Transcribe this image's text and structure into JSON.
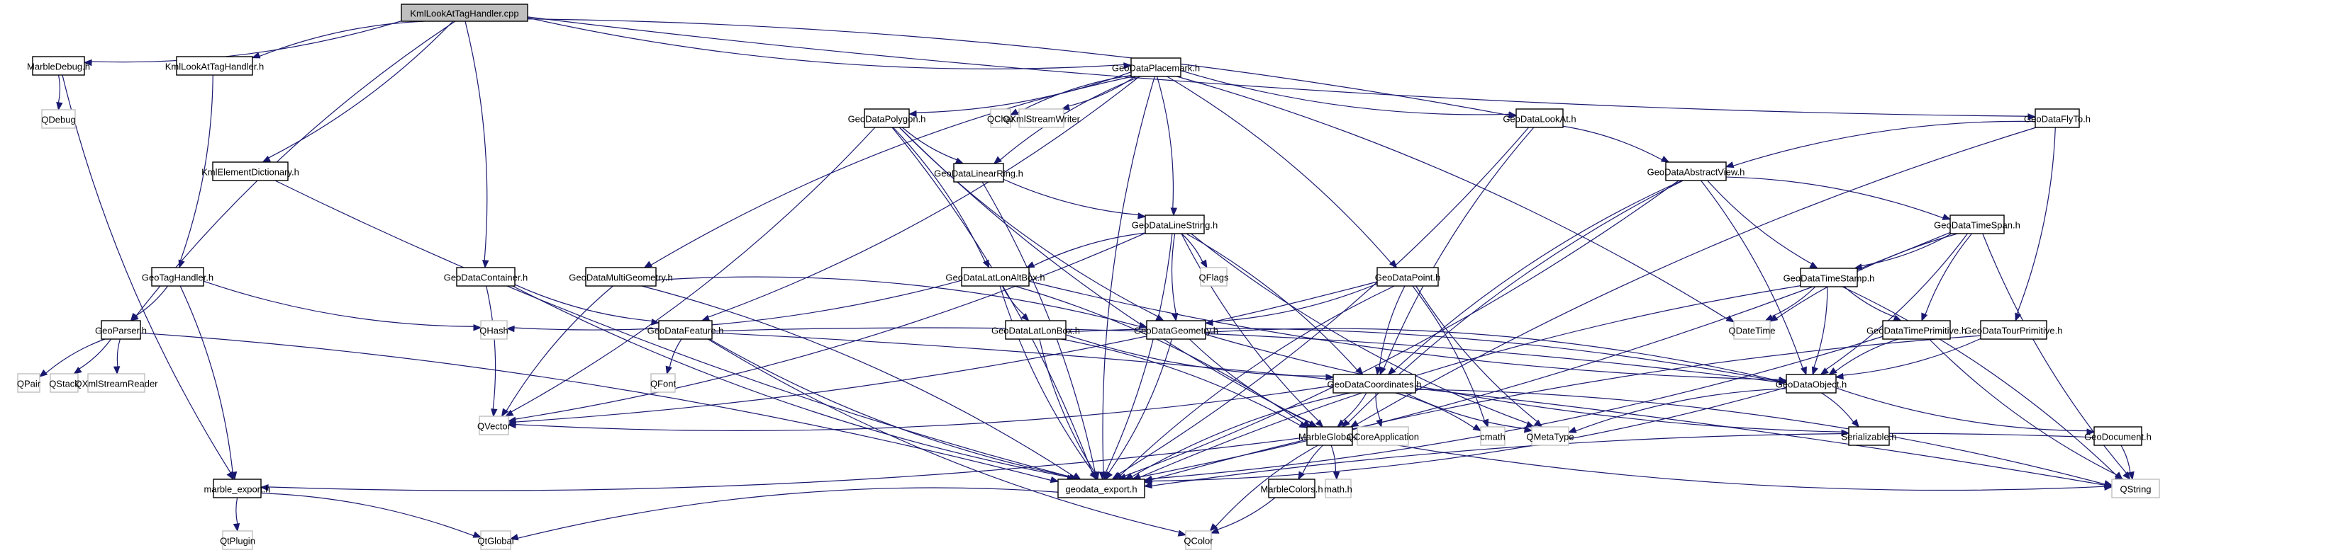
{
  "title": "KmlLookAtTagHandler.cpp include dependency graph",
  "colors": {
    "edge": "#191970",
    "root_fill": "#bfbfbf",
    "node_border": "#000000",
    "external_border": "#bfbfbf"
  },
  "nodes": [
    {
      "id": "root",
      "label": "KmlLookAtTagHandler.cpp",
      "kind": "root"
    },
    {
      "id": "marbledebug",
      "label": "MarbleDebug.h",
      "kind": "internal"
    },
    {
      "id": "qdebug",
      "label": "QDebug",
      "kind": "external"
    },
    {
      "id": "kmllookath",
      "label": "KmlLookAtTagHandler.h",
      "kind": "internal"
    },
    {
      "id": "kmlelementdict",
      "label": "KmlElementDictionary.h",
      "kind": "internal"
    },
    {
      "id": "geotaghandler",
      "label": "GeoTagHandler.h",
      "kind": "internal"
    },
    {
      "id": "geoparser",
      "label": "GeoParser.h",
      "kind": "internal"
    },
    {
      "id": "qpair",
      "label": "QPair",
      "kind": "external"
    },
    {
      "id": "qstack",
      "label": "QStack",
      "kind": "external"
    },
    {
      "id": "qxmlstreamreader",
      "label": "QXmlStreamReader",
      "kind": "external"
    },
    {
      "id": "marbleexport",
      "label": "marble_export.h",
      "kind": "internal"
    },
    {
      "id": "qtplugin",
      "label": "QtPlugin",
      "kind": "external"
    },
    {
      "id": "qtglobal",
      "label": "QtGlobal",
      "kind": "external"
    },
    {
      "id": "geodatacontainer",
      "label": "GeoDataContainer.h",
      "kind": "internal"
    },
    {
      "id": "qhash",
      "label": "QHash",
      "kind": "external"
    },
    {
      "id": "geodatamultigeometry",
      "label": "GeoDataMultiGeometry.h",
      "kind": "internal"
    },
    {
      "id": "geodatafeature",
      "label": "GeoDataFeature.h",
      "kind": "internal"
    },
    {
      "id": "qfont",
      "label": "QFont",
      "kind": "external"
    },
    {
      "id": "qvector",
      "label": "QVector",
      "kind": "external"
    },
    {
      "id": "geodataexport",
      "label": "geodata_export.h",
      "kind": "internal"
    },
    {
      "id": "geodataplacemark",
      "label": "GeoDataPlacemark.h",
      "kind": "internal"
    },
    {
      "id": "geodatapolygon",
      "label": "GeoDataPolygon.h",
      "kind": "internal"
    },
    {
      "id": "qchar",
      "label": "QChar",
      "kind": "external"
    },
    {
      "id": "qxmlstreamwriter",
      "label": "QXmlStreamWriter",
      "kind": "external"
    },
    {
      "id": "geodatalinearring",
      "label": "GeoDataLinearRing.h",
      "kind": "internal"
    },
    {
      "id": "geodatalinestring",
      "label": "GeoDataLineString.h",
      "kind": "internal"
    },
    {
      "id": "geodatalatlonaltbox",
      "label": "GeoDataLatLonAltBox.h",
      "kind": "internal"
    },
    {
      "id": "geodatalatlonbox",
      "label": "GeoDataLatLonBox.h",
      "kind": "internal"
    },
    {
      "id": "geodatageometry",
      "label": "GeoDataGeometry.h",
      "kind": "internal"
    },
    {
      "id": "qflags",
      "label": "QFlags",
      "kind": "external"
    },
    {
      "id": "geodatapoint",
      "label": "GeoDataPoint.h",
      "kind": "internal"
    },
    {
      "id": "geodatacoordinates",
      "label": "GeoDataCoordinates.h",
      "kind": "internal"
    },
    {
      "id": "marbleglobal",
      "label": "MarbleGlobal.h",
      "kind": "internal"
    },
    {
      "id": "qcoreapplication",
      "label": "QCoreApplication",
      "kind": "external"
    },
    {
      "id": "cmath",
      "label": "cmath",
      "kind": "external"
    },
    {
      "id": "qmetatype",
      "label": "QMetaType",
      "kind": "external"
    },
    {
      "id": "marblecolors",
      "label": "MarbleColors.h",
      "kind": "internal"
    },
    {
      "id": "mathh",
      "label": "math.h",
      "kind": "external"
    },
    {
      "id": "qcolor",
      "label": "QColor",
      "kind": "external"
    },
    {
      "id": "geodatalookat",
      "label": "GeoDataLookAt.h",
      "kind": "internal"
    },
    {
      "id": "geodataflyto",
      "label": "GeoDataFlyTo.h",
      "kind": "internal"
    },
    {
      "id": "geodataabstractview",
      "label": "GeoDataAbstractView.h",
      "kind": "internal"
    },
    {
      "id": "geodatatimespan",
      "label": "GeoDataTimeSpan.h",
      "kind": "internal"
    },
    {
      "id": "geodatatimestamp",
      "label": "GeoDataTimeStamp.h",
      "kind": "internal"
    },
    {
      "id": "qdatetime",
      "label": "QDateTime",
      "kind": "external"
    },
    {
      "id": "geodatatimeprimitive",
      "label": "GeoDataTimePrimitive.h",
      "kind": "internal"
    },
    {
      "id": "geodatatourprimitive",
      "label": "GeoDataTourPrimitive.h",
      "kind": "internal"
    },
    {
      "id": "geodataobject",
      "label": "GeoDataObject.h",
      "kind": "internal"
    },
    {
      "id": "serializable",
      "label": "Serializable.h",
      "kind": "internal"
    },
    {
      "id": "geodocument",
      "label": "GeoDocument.h",
      "kind": "internal"
    },
    {
      "id": "qstring",
      "label": "QString",
      "kind": "external"
    }
  ],
  "edges": [
    [
      "root",
      "marbledebug"
    ],
    [
      "root",
      "kmllookath"
    ],
    [
      "root",
      "kmlelementdict"
    ],
    [
      "root",
      "geoparser"
    ],
    [
      "root",
      "geodatacontainer"
    ],
    [
      "root",
      "geodataplacemark"
    ],
    [
      "root",
      "geodatalookat"
    ],
    [
      "root",
      "geodataflyto"
    ],
    [
      "marbledebug",
      "qdebug"
    ],
    [
      "marbledebug",
      "marbleexport"
    ],
    [
      "kmllookath",
      "geotaghandler"
    ],
    [
      "kmlelementdict",
      "geodataexport"
    ],
    [
      "geotaghandler",
      "geoparser"
    ],
    [
      "geotaghandler",
      "qhash"
    ],
    [
      "geotaghandler",
      "marbleexport"
    ],
    [
      "geoparser",
      "qpair"
    ],
    [
      "geoparser",
      "qstack"
    ],
    [
      "geoparser",
      "qxmlstreamreader"
    ],
    [
      "geoparser",
      "geodataexport"
    ],
    [
      "marbleexport",
      "qtplugin"
    ],
    [
      "marbleexport",
      "qtglobal"
    ],
    [
      "geodatacontainer",
      "geodatafeature"
    ],
    [
      "geodatacontainer",
      "qvector"
    ],
    [
      "geodatacontainer",
      "geodataexport"
    ],
    [
      "geodatamultigeometry",
      "geodatageometry"
    ],
    [
      "geodatamultigeometry",
      "qvector"
    ],
    [
      "geodatamultigeometry",
      "geodataexport"
    ],
    [
      "geodatafeature",
      "qfont"
    ],
    [
      "geodatafeature",
      "geodataobject"
    ],
    [
      "geodatafeature",
      "geodataexport"
    ],
    [
      "geodatafeature",
      "qstring"
    ],
    [
      "geodatafeature",
      "qcolor"
    ],
    [
      "geodataplacemark",
      "geodatapolygon"
    ],
    [
      "geodataplacemark",
      "geodatalinearring"
    ],
    [
      "geodataplacemark",
      "geodatalinestring"
    ],
    [
      "geodataplacemark",
      "qchar"
    ],
    [
      "geodataplacemark",
      "qxmlstreamwriter"
    ],
    [
      "geodataplacemark",
      "geodatalookat"
    ],
    [
      "geodataplacemark",
      "geodatapoint"
    ],
    [
      "geodataplacemark",
      "geodatamultigeometry"
    ],
    [
      "geodataplacemark",
      "geodatafeature"
    ],
    [
      "geodataplacemark",
      "geodataexport"
    ],
    [
      "geodataplacemark",
      "qdatetime"
    ],
    [
      "geodatapolygon",
      "geodatalinearring"
    ],
    [
      "geodatapolygon",
      "geodatalatlonaltbox"
    ],
    [
      "geodatapolygon",
      "geodatageometry"
    ],
    [
      "geodatapolygon",
      "qvector"
    ],
    [
      "geodatapolygon",
      "marbleglobal"
    ],
    [
      "geodatapolygon",
      "geodataexport"
    ],
    [
      "geodatalinearring",
      "geodatalinestring"
    ],
    [
      "geodatalinearring",
      "geodataexport"
    ],
    [
      "geodatalinestring",
      "geodatalatlonaltbox"
    ],
    [
      "geodatalinestring",
      "qflags"
    ],
    [
      "geodatalinestring",
      "geodatageometry"
    ],
    [
      "geodatalinestring",
      "geodatacoordinates"
    ],
    [
      "geodatalinestring",
      "marbleglobal"
    ],
    [
      "geodatalinestring",
      "qvector"
    ],
    [
      "geodatalinestring",
      "qmetatype"
    ],
    [
      "geodatalinestring",
      "geodataexport"
    ],
    [
      "geodatalatlonaltbox",
      "geodatalatlonbox"
    ],
    [
      "geodatalatlonaltbox",
      "qhash"
    ],
    [
      "geodatalatlonaltbox",
      "geodataobject"
    ],
    [
      "geodatalatlonaltbox",
      "marbleglobal"
    ],
    [
      "geodatalatlonaltbox",
      "geodataexport"
    ],
    [
      "geodatalatlonbox",
      "geodataobject"
    ],
    [
      "geodatalatlonbox",
      "geodatacoordinates"
    ],
    [
      "geodatalatlonbox",
      "marbleglobal"
    ],
    [
      "geodatalatlonbox",
      "geodataexport"
    ],
    [
      "geodatageometry",
      "geodataobject"
    ],
    [
      "geodatageometry",
      "marbleglobal"
    ],
    [
      "geodatageometry",
      "geodataexport"
    ],
    [
      "geodatageometry",
      "serializable"
    ],
    [
      "geodatapoint",
      "geodatageometry"
    ],
    [
      "geodatapoint",
      "geodatacoordinates"
    ],
    [
      "geodatapoint",
      "cmath"
    ],
    [
      "geodatapoint",
      "qmetatype"
    ],
    [
      "geodatapoint",
      "qvector"
    ],
    [
      "geodatapoint",
      "geodataexport"
    ],
    [
      "geodatacoordinates",
      "marbleglobal"
    ],
    [
      "geodatacoordinates",
      "qcoreapplication"
    ],
    [
      "geodatacoordinates",
      "cmath"
    ],
    [
      "geodatacoordinates",
      "qmetatype"
    ],
    [
      "geodatacoordinates",
      "qvector"
    ],
    [
      "geodatacoordinates",
      "geodataexport"
    ],
    [
      "geodatacoordinates",
      "qstring"
    ],
    [
      "marbleglobal",
      "marblecolors"
    ],
    [
      "marbleglobal",
      "mathh"
    ],
    [
      "marbleglobal",
      "qcolor"
    ],
    [
      "marbleglobal",
      "marbleexport"
    ],
    [
      "marbleglobal",
      "qstring"
    ],
    [
      "marblecolors",
      "qcolor"
    ],
    [
      "geodataexport",
      "qtglobal"
    ],
    [
      "geodatalookat",
      "geodataabstractview"
    ],
    [
      "geodatalookat",
      "geodatacoordinates"
    ],
    [
      "geodatalookat",
      "geodataexport"
    ],
    [
      "geodataflyto",
      "geodataabstractview"
    ],
    [
      "geodataflyto",
      "geodatatourprimitive"
    ],
    [
      "geodataflyto",
      "marbleglobal"
    ],
    [
      "geodataabstractview",
      "geodatatimespan"
    ],
    [
      "geodataabstractview",
      "geodatatimestamp"
    ],
    [
      "geodataabstractview",
      "geodataobject"
    ],
    [
      "geodataabstractview",
      "geodatacoordinates"
    ],
    [
      "geodataabstractview",
      "geodataexport"
    ],
    [
      "geodataabstractview",
      "marbleglobal"
    ],
    [
      "geodatatimespan",
      "geodatatimestamp"
    ],
    [
      "geodatatimespan",
      "geodatatimeprimitive"
    ],
    [
      "geodatatimespan",
      "geodataobject"
    ],
    [
      "geodatatimespan",
      "qdatetime"
    ],
    [
      "geodatatimespan",
      "geodataexport"
    ],
    [
      "geodatatimespan",
      "qstring"
    ],
    [
      "geodatatimestamp",
      "qdatetime"
    ],
    [
      "geodatatimestamp",
      "geodatatimeprimitive"
    ],
    [
      "geodatatimestamp",
      "geodataobject"
    ],
    [
      "geodatatimestamp",
      "geodataexport"
    ],
    [
      "geodatatimestamp",
      "qstring"
    ],
    [
      "geodatatimeprimitive",
      "geodataobject"
    ],
    [
      "geodatatimeprimitive",
      "geodataexport"
    ],
    [
      "geodatatimeprimitive",
      "qstring"
    ],
    [
      "geodatatourprimitive",
      "geodataobject"
    ],
    [
      "geodatatourprimitive",
      "geodataexport"
    ],
    [
      "geodataobject",
      "serializable"
    ],
    [
      "geodataobject",
      "geodocument"
    ],
    [
      "geodataobject",
      "geodataexport"
    ],
    [
      "geodataobject",
      "qmetatype"
    ],
    [
      "geodocument",
      "qstring"
    ],
    [
      "geodocument",
      "geodataexport"
    ]
  ]
}
